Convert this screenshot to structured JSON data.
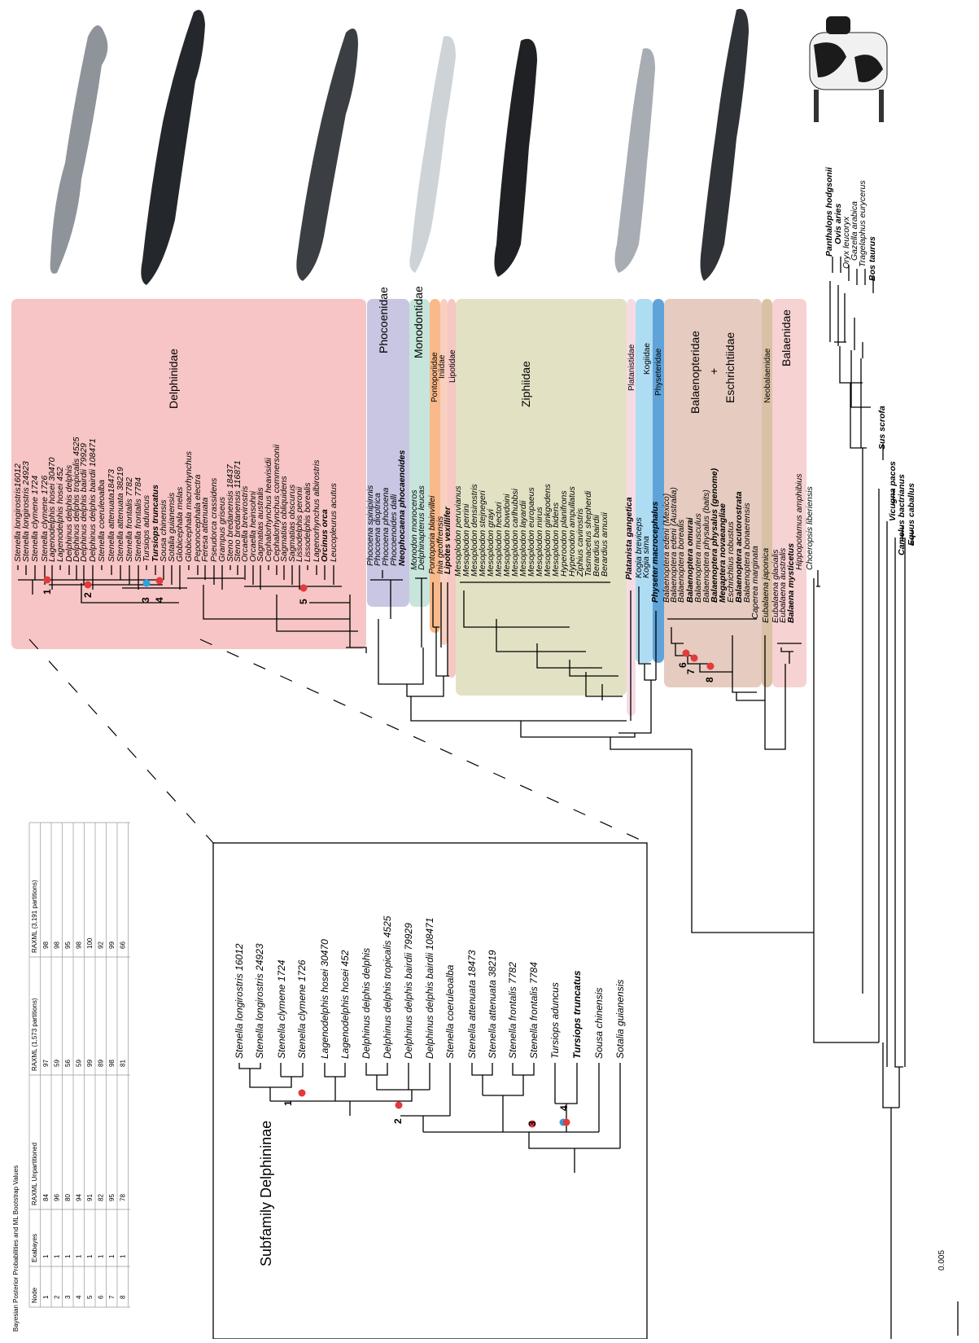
{
  "table": {
    "title": "Bayesian Posterior Probabilities and ML Bootstrap Values",
    "columns": [
      "Node",
      "Exabayes",
      "RAXML Unpartitioned",
      "RAXML (1,573 partitions)",
      "RAXML (3,191 partitions)"
    ],
    "rows": [
      [
        "1",
        "1",
        "84",
        "97",
        "98"
      ],
      [
        "2",
        "1",
        "96",
        "59",
        "98"
      ],
      [
        "3",
        "1",
        "80",
        "56",
        "95"
      ],
      [
        "4",
        "1",
        "94",
        "59",
        "98"
      ],
      [
        "5",
        "1",
        "91",
        "99",
        "100"
      ],
      [
        "6",
        "1",
        "82",
        "89",
        "92"
      ],
      [
        "7",
        "1",
        "95",
        "98",
        "99"
      ],
      [
        "8",
        "1",
        "78",
        "81",
        "66"
      ]
    ]
  },
  "inset": {
    "title": "Subfamily Delphininae",
    "taxa": [
      {
        "name": "Stenella longirostris 16012",
        "bold": false
      },
      {
        "name": "Stenella longirostris 24923",
        "bold": false
      },
      {
        "name": "Stenella clymene 1724",
        "bold": false
      },
      {
        "name": "Stenella clymene 1726",
        "bold": false
      },
      {
        "name": "Lagenodelphis hosei 30470",
        "bold": false
      },
      {
        "name": "Lagenodelphis hosei 452",
        "bold": false
      },
      {
        "name": "Delphinus delphis delphis",
        "bold": false
      },
      {
        "name": "Delphinus delphis tropicalis 4525",
        "bold": false
      },
      {
        "name": "Delphinus delphis bairdii 79929",
        "bold": false
      },
      {
        "name": "Delphinus delphis bairdii 108471",
        "bold": false
      },
      {
        "name": "Stenella coeruleoalba",
        "bold": false
      },
      {
        "name": "Stenella attenuata 18473",
        "bold": false
      },
      {
        "name": "Stenella attenuata 38219",
        "bold": false
      },
      {
        "name": "Stenella frontalis 7782",
        "bold": false
      },
      {
        "name": "Stenella frontalis 7784",
        "bold": false
      },
      {
        "name": "Tursiops aduncus",
        "bold": false
      },
      {
        "name": "Tursiops truncatus",
        "bold": true
      },
      {
        "name": "Sousa chinensis",
        "bold": false
      },
      {
        "name": "Sotalia guianensis",
        "bold": false
      }
    ],
    "node_labels": [
      "1",
      "2",
      "3",
      "4"
    ]
  },
  "families": [
    {
      "name": "Delphinidae",
      "color": "#f7c5c5"
    },
    {
      "name": "Phocoenidae",
      "color": "#c9c6e3"
    },
    {
      "name": "Monodontidae",
      "color": "#c7e5da"
    },
    {
      "name": "Pontoporiidae",
      "color": "#f9b98a"
    },
    {
      "name": "Iniidae",
      "color": "#f9cfbf"
    },
    {
      "name": "Lipotidae",
      "color": "#f6c7c3"
    },
    {
      "name": "Ziphiidae",
      "color": "#e3e1c4"
    },
    {
      "name": "Platanistidae",
      "color": "#f7dbe3"
    },
    {
      "name": "Kogiidae",
      "color": "#aedcf3"
    },
    {
      "name": "Physeteridae",
      "color": "#5fa3d8"
    },
    {
      "name": "Balaenopteridae",
      "color": "#e6cbc0"
    },
    {
      "name": "+",
      "color": "#e6cbc0"
    },
    {
      "name": "Eschrichtiidae",
      "color": "#e6cbc0"
    },
    {
      "name": "Neobalaenidae",
      "color": "#d9c1a6"
    },
    {
      "name": "Balaenidae",
      "color": "#f7d2d2"
    }
  ],
  "main_taxa": [
    {
      "name": "Stenella longirostris16012",
      "bold": false
    },
    {
      "name": "Stenella longirostris 24923",
      "bold": false
    },
    {
      "name": "Stenella clymene 1724",
      "bold": false
    },
    {
      "name": "Stenella clymene 1726",
      "bold": false
    },
    {
      "name": "Lagenodelphis hosei 30470",
      "bold": false
    },
    {
      "name": "Lagenodelphis hosei 452",
      "bold": false
    },
    {
      "name": "Delphinus delphis delphis",
      "bold": false
    },
    {
      "name": "Delphinus delphis tropicalis 4525",
      "bold": false
    },
    {
      "name": "Delphinus delphis bairdii 79929",
      "bold": false
    },
    {
      "name": "Delphinus delphis bairdii 108471",
      "bold": false
    },
    {
      "name": "Stenella coeruleoalba",
      "bold": false
    },
    {
      "name": "Stenella attenuata18473",
      "bold": false
    },
    {
      "name": "Stenella attenuata 38219",
      "bold": false
    },
    {
      "name": "Stenella frontalis 7782",
      "bold": false
    },
    {
      "name": "Stenella frontalis 7784",
      "bold": false
    },
    {
      "name": "Tursiops aduncus",
      "bold": false
    },
    {
      "name": "Tursiops truncatus",
      "bold": true
    },
    {
      "name": "Sousa chinensis",
      "bold": false
    },
    {
      "name": "Sotalia guianensis",
      "bold": false
    },
    {
      "name": "Globicephala melas",
      "bold": false
    },
    {
      "name": "Globicephala macrorhynchus",
      "bold": false
    },
    {
      "name": "Peponocephala electra",
      "bold": false
    },
    {
      "name": "Feresa attenuata",
      "bold": false
    },
    {
      "name": "Pseudorca crassidens",
      "bold": false
    },
    {
      "name": "Grampus griseus",
      "bold": false
    },
    {
      "name": "Steno bredanensis 18437",
      "bold": false
    },
    {
      "name": "Steno bredanensis 116871",
      "bold": false
    },
    {
      "name": "Orcaella brevirostris",
      "bold": false
    },
    {
      "name": "Orcaella heinsohni",
      "bold": false
    },
    {
      "name": "Sagmatias australis",
      "bold": false
    },
    {
      "name": "Cephalorhynchus heavisidii",
      "bold": false
    },
    {
      "name": "Cephalorhynchus commersonii",
      "bold": false
    },
    {
      "name": "Sagmatias obliquidens",
      "bold": false
    },
    {
      "name": "Sagmatias obscurus",
      "bold": false
    },
    {
      "name": "Lissodelphis peronii",
      "bold": false
    },
    {
      "name": "Lissodelphis borealis",
      "bold": false
    },
    {
      "name": "Lagenorhynchus albirostris",
      "bold": false
    },
    {
      "name": "Orcinus orca",
      "bold": true
    },
    {
      "name": "Leucopleurus acutus",
      "bold": false
    },
    {
      "name": "Phocoena spinipinnis",
      "bold": false
    },
    {
      "name": "Phocoena dioptrica",
      "bold": false
    },
    {
      "name": "Phocoena phocoena",
      "bold": false
    },
    {
      "name": "Phocoenoides dalli",
      "bold": false
    },
    {
      "name": "Neophocaena phocaenoides",
      "bold": true
    },
    {
      "name": "Monodon monoceros",
      "bold": false
    },
    {
      "name": "Delphinapterus leucas",
      "bold": false
    },
    {
      "name": "Pontoporia blainvillei",
      "bold": false
    },
    {
      "name": "Inia geoffrensis",
      "bold": false
    },
    {
      "name": "Lipotes vexillifer",
      "bold": true
    },
    {
      "name": "Mesoplodon peruvianus",
      "bold": false
    },
    {
      "name": "Mesoplodon perrini",
      "bold": false
    },
    {
      "name": "Mesoplodon densirostris",
      "bold": false
    },
    {
      "name": "Mesoplodon stejnegeri",
      "bold": false
    },
    {
      "name": "Mesoplodon grayi",
      "bold": false
    },
    {
      "name": "Mesoplodon hectori",
      "bold": false
    },
    {
      "name": "Mesoplodon bowdoini",
      "bold": false
    },
    {
      "name": "Mesoplodon carlhubbsi",
      "bold": false
    },
    {
      "name": "Mesoplodon layardii",
      "bold": false
    },
    {
      "name": "Mesoplodon europaeus",
      "bold": false
    },
    {
      "name": "Mesoplodon mirus",
      "bold": false
    },
    {
      "name": "Mesoplodon ginkgodens",
      "bold": false
    },
    {
      "name": "Mesoplodon bidens",
      "bold": false
    },
    {
      "name": "Hyperoodon planifrons",
      "bold": false
    },
    {
      "name": "Hyperoodon ampullatus",
      "bold": false
    },
    {
      "name": "Ziphius cavirostris",
      "bold": false
    },
    {
      "name": "Tasmacetus shepherdi",
      "bold": false
    },
    {
      "name": "Berardius bairdii",
      "bold": false
    },
    {
      "name": "Berardius arnuxii",
      "bold": false
    },
    {
      "name": "Platanista gangetica",
      "bold": true
    },
    {
      "name": "Kogia breviceps",
      "bold": false
    },
    {
      "name": "Kogia sima",
      "bold": false
    },
    {
      "name": "Physeter macrocephalus",
      "bold": true
    },
    {
      "name": "Balaenoptera edeni (Mexico)",
      "bold": false
    },
    {
      "name": "Balaenoptera edeni (Australia)",
      "bold": false
    },
    {
      "name": "Balaenoptera borealis",
      "bold": false
    },
    {
      "name": "Balaenoptera omurai",
      "bold": true
    },
    {
      "name": "Balaenoptera musculus",
      "bold": false
    },
    {
      "name": "Balaenoptera physalus (baits)",
      "bold": false
    },
    {
      "name": "Balaenoptera physalus (genome)",
      "bold": true
    },
    {
      "name": "Megaptera novaeangliae",
      "bold": true
    },
    {
      "name": "Eschrichtius robustus",
      "bold": false
    },
    {
      "name": "Balaenoptera acutorostrata",
      "bold": true
    },
    {
      "name": "Balaenoptera bonaerensis",
      "bold": false
    },
    {
      "name": "Caperea marginata",
      "bold": false
    },
    {
      "name": "Eubalaena japonica",
      "bold": false
    },
    {
      "name": "Eubalaena glacialis",
      "bold": false
    },
    {
      "name": "Eubalaena australis",
      "bold": false
    },
    {
      "name": "Balaena mysticetus",
      "bold": true
    },
    {
      "name": "Hippopotamus amphibius",
      "bold": false
    },
    {
      "name": "Choeropsis liberiensis",
      "bold": false
    }
  ],
  "outgroup_taxa": [
    {
      "name": "Panthalops hodgsonii",
      "bold": true
    },
    {
      "name": "Ovis aries",
      "bold": true
    },
    {
      "name": "Oryx leucoryx",
      "bold": false
    },
    {
      "name": "Gazella arabica",
      "bold": false
    },
    {
      "name": "Tragelaphus eurycerus",
      "bold": false
    },
    {
      "name": "Bos taurus",
      "bold": true
    },
    {
      "name": "Sus scrofa",
      "bold": true
    },
    {
      "name": "Vicugna pacos",
      "bold": true
    },
    {
      "name": "Camelus bactrianus",
      "bold": true
    },
    {
      "name": "Equus caballus",
      "bold": true
    }
  ],
  "node_labels": [
    "1",
    "2",
    "3",
    "4",
    "5",
    "6",
    "7",
    "8"
  ],
  "scale_bar": "0.005",
  "animals": [
    "dolphin",
    "pilot-whale",
    "dolphin",
    "river-dolphin",
    "beaked-whale",
    "pygmy-sperm-whale",
    "rorqual",
    "cow"
  ],
  "colors": {
    "pp_dot": "#e23b3b",
    "bs_dot": "#2aa3e0"
  }
}
